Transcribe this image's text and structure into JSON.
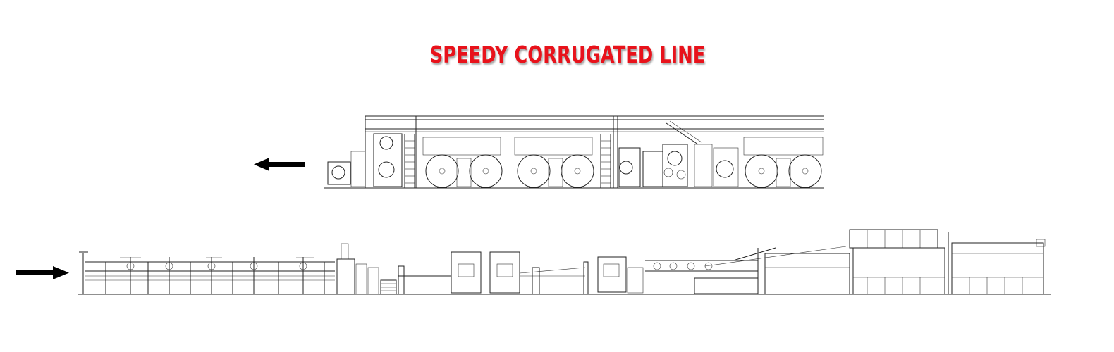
{
  "title": "SPEEDY CORRUGATED LINE",
  "colors": {
    "title": "#e8121b",
    "line": "#222222",
    "arrow": "#000000",
    "background": "#ffffff"
  },
  "flow": {
    "top_line_direction": "left",
    "bottom_line_direction": "right"
  }
}
